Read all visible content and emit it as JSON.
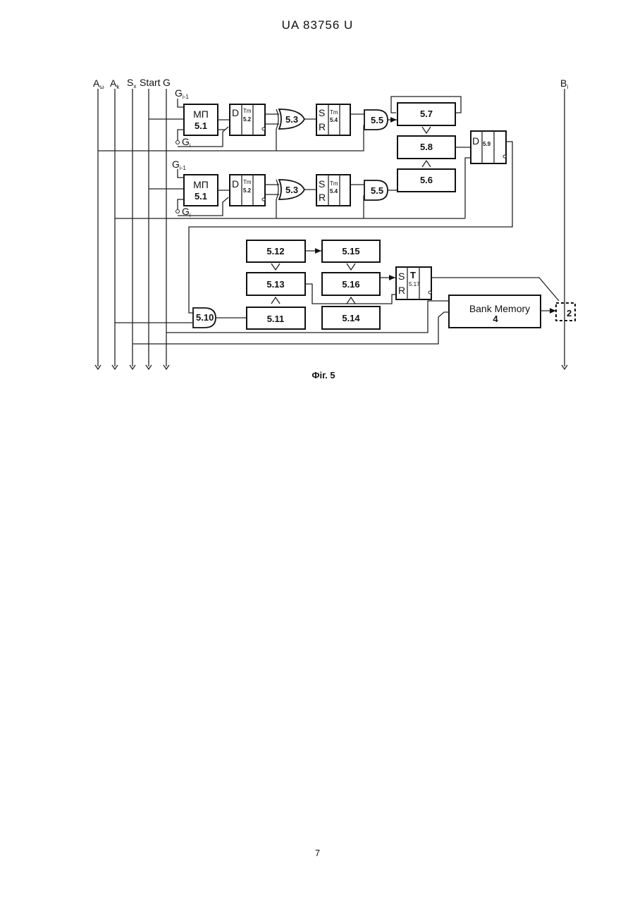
{
  "header": {
    "doc_id": "UA   83756   U"
  },
  "figure": {
    "caption": "Фіг. 5",
    "signals": {
      "a0": "A",
      "a0_sub": "ω",
      "ak": "A",
      "ak_sub": "k",
      "sx": "S",
      "sx_sub": "x",
      "start": "Start",
      "g": "G",
      "b": "B",
      "b_sub": "i",
      "gi1_top": "G",
      "gi1_top_sub": "i-1",
      "gi_top": "G",
      "gi_top_sub": "i",
      "gi1_bot": "G",
      "gi1_bot_sub": "i-1",
      "gi_bot": "G",
      "gi_bot_sub": "i"
    },
    "blocks": {
      "mp1_name": "МП",
      "mp1_num": "5.1",
      "t1_d": "D",
      "t1_sub": "Tm",
      "t1_num": "5.2",
      "xor1": "5.3",
      "sr1_s": "S",
      "sr1_r": "R",
      "sr1_sub": "Tm",
      "sr1_num": "5.4",
      "and1": "5.5",
      "b57": "5.7",
      "b58": "5.8",
      "b56": "5.6",
      "t9_d": "D",
      "t9_num": "5.9",
      "mp2_name": "МП",
      "mp2_num": "5.1",
      "t2_d": "D",
      "t2_sub": "Tm",
      "t2_num": "5.2",
      "xor2": "5.3",
      "sr2_s": "S",
      "sr2_r": "R",
      "sr2_sub": "Tm",
      "sr2_num": "5.4",
      "and2": "5.5",
      "b512": "5.12",
      "b515": "5.15",
      "b513": "5.13",
      "b516": "5.16",
      "sr17_s": "S",
      "sr17_r": "R",
      "sr17_t": "T",
      "sr17_num": "5.17",
      "and10": "5.10",
      "b511": "5.11",
      "b514": "5.14",
      "bank_name": "Bank Memory",
      "bank_num": "4",
      "sel_num": "2"
    }
  },
  "page": {
    "number": "7"
  }
}
